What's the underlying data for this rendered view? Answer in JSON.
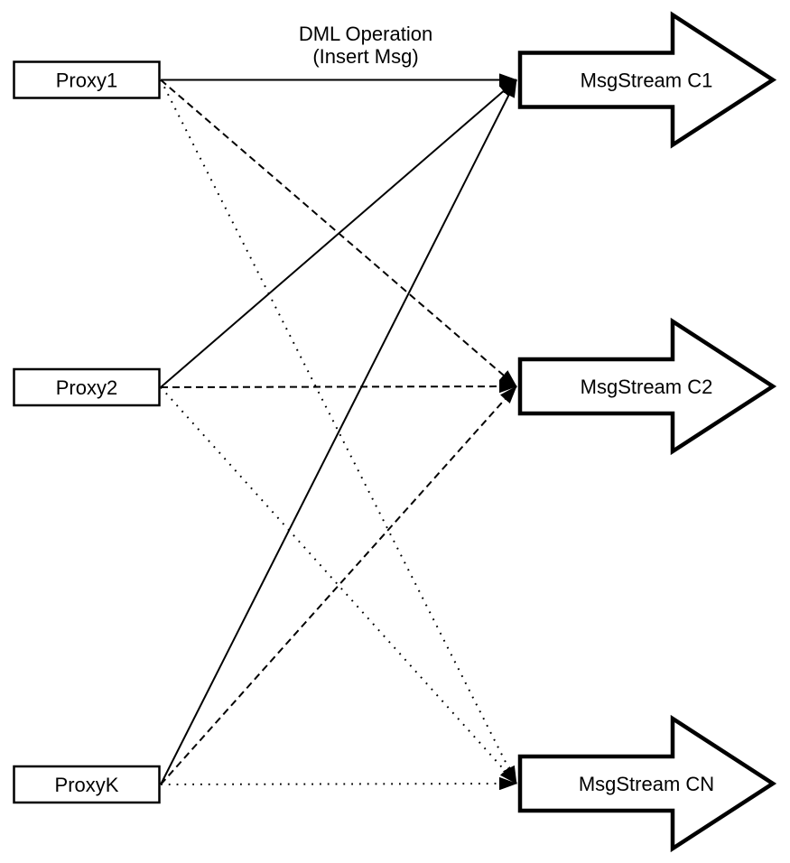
{
  "title": {
    "line1": "DML Operation",
    "line2": "(Insert Msg)"
  },
  "diagram": {
    "colors": {
      "stroke": "#000000",
      "shape_fill": "#ffffff",
      "background": "#ffffff"
    },
    "proxies": [
      {
        "id": "proxy1",
        "label": "Proxy1"
      },
      {
        "id": "proxy2",
        "label": "Proxy2"
      },
      {
        "id": "proxyk",
        "label": "ProxyK"
      }
    ],
    "streams": [
      {
        "id": "c1",
        "label": "MsgStream C1",
        "incoming_line_style": "solid"
      },
      {
        "id": "c2",
        "label": "MsgStream C2",
        "incoming_line_style": "dashed"
      },
      {
        "id": "cn",
        "label": "MsgStream CN",
        "incoming_line_style": "dotted"
      }
    ],
    "edges": [
      {
        "from": "proxy1",
        "to": "c1",
        "style": "solid"
      },
      {
        "from": "proxy1",
        "to": "c2",
        "style": "dashed"
      },
      {
        "from": "proxy1",
        "to": "cn",
        "style": "dotted"
      },
      {
        "from": "proxy2",
        "to": "c1",
        "style": "solid"
      },
      {
        "from": "proxy2",
        "to": "c2",
        "style": "dashed"
      },
      {
        "from": "proxy2",
        "to": "cn",
        "style": "dotted"
      },
      {
        "from": "proxyk",
        "to": "c1",
        "style": "solid"
      },
      {
        "from": "proxyk",
        "to": "c2",
        "style": "dashed"
      },
      {
        "from": "proxyk",
        "to": "cn",
        "style": "dotted"
      }
    ]
  }
}
